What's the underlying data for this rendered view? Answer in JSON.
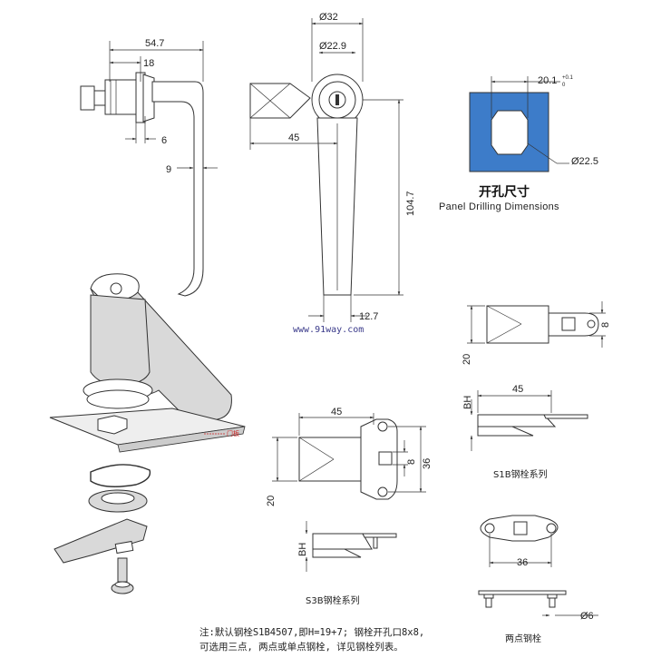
{
  "dimensions": {
    "side_total_width": "54.7",
    "side_flange_width": "18",
    "side_offset_6": "6",
    "side_offset_9": "9",
    "front_outer_dia": "Ø32",
    "front_inner_dia": "Ø22.9",
    "front_cam_length": "45",
    "front_handle_height": "104.7",
    "front_handle_width": "12.7",
    "panel_hole_width": "20.1",
    "panel_hole_tolerance_upper": "+0.1",
    "panel_hole_tolerance_lower": "0",
    "panel_hole_dia": "Ø22.5"
  },
  "panel_cutout": {
    "title_cn": "开孔尺寸",
    "title_en": "Panel Drilling Dimensions",
    "color": "#3d7cc9"
  },
  "watermark": "www.91way.com",
  "exploded_view": {
    "door_panel_label": "门板"
  },
  "s3b_series": {
    "length": "45",
    "height": "20",
    "slot_width": "8",
    "hole_spacing": "36",
    "bh_label": "BH",
    "caption": "S3B钢栓系列"
  },
  "s1b_series": {
    "height": "20",
    "slot_width": "8",
    "length": "45",
    "bh_label": "BH",
    "caption": "S1B钢栓系列"
  },
  "two_point_bolt": {
    "hole_spacing": "36",
    "pin_dia": "Ø6",
    "caption": "两点钢栓"
  },
  "notes": [
    "注:默认钢栓S1B4507,即H=19+7; 钢栓开孔口8x8,",
    "可选用三点, 两点或单点钢栓, 详见钢栓列表。"
  ]
}
